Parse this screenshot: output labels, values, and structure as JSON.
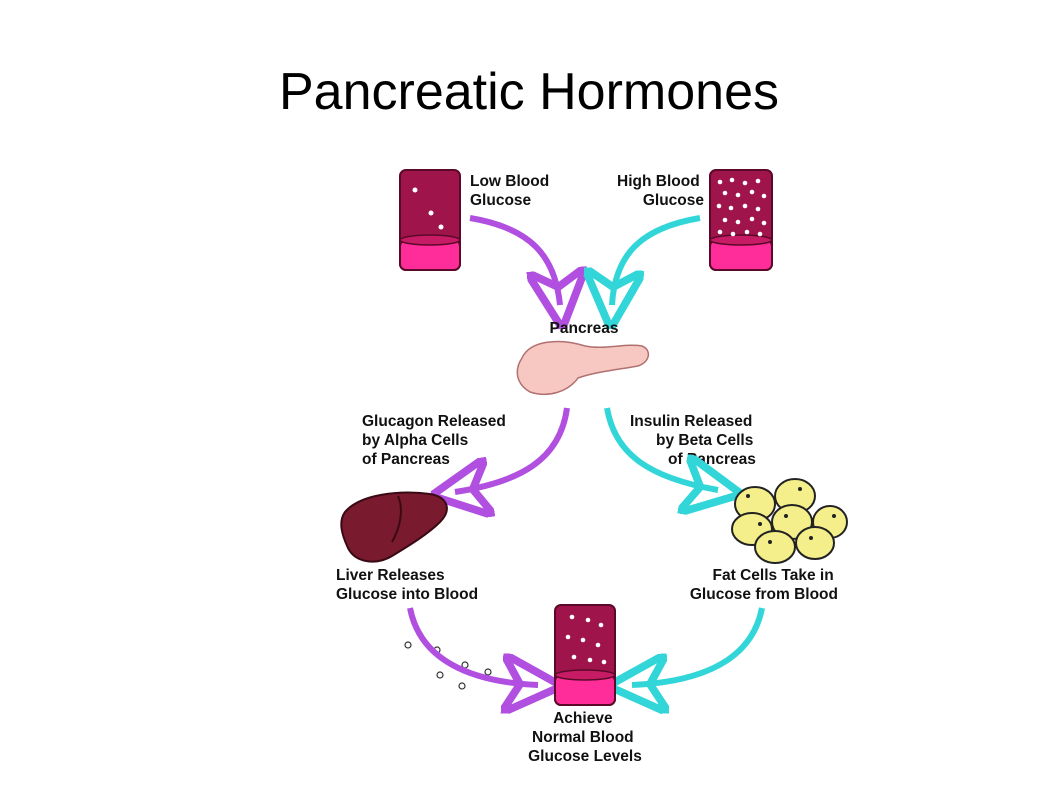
{
  "title": "Pancreatic Hormones",
  "colors": {
    "glucagon_arrow": "#b04fe0",
    "insulin_arrow": "#33d6d8",
    "tube_dark": "#a0144c",
    "tube_band": "#ff2d9a",
    "pancreas": "#f7c8c2",
    "liver": "#7a1a2e",
    "fat_cell": "#f4ef8a"
  },
  "labels": {
    "low_blood_glucose": [
      "Low Blood",
      "Glucose"
    ],
    "high_blood_glucose": [
      "High Blood",
      "Glucose"
    ],
    "pancreas": "Pancreas",
    "glucagon_released": [
      "Glucagon Released",
      "by Alpha Cells",
      "of Pancreas"
    ],
    "insulin_released": [
      "Insulin Released",
      "by Beta Cells",
      "of Pancreas"
    ],
    "liver_releases": [
      "Liver Releases",
      "Glucose into Blood"
    ],
    "fat_cells": [
      "Fat Cells Take in",
      "Glucose from Blood"
    ],
    "achieve_normal": [
      "Achieve",
      "Normal Blood",
      "Glucose Levels"
    ]
  }
}
